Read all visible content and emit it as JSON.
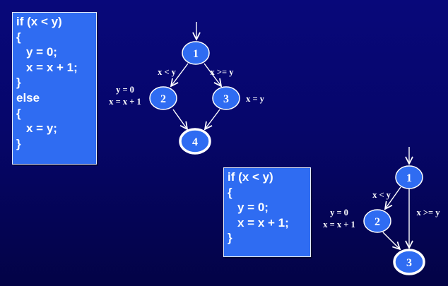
{
  "diagram1": {
    "code": [
      {
        "text": "if (x < y)",
        "indent": false
      },
      {
        "text": "{",
        "indent": false
      },
      {
        "text": "y = 0;",
        "indent": true
      },
      {
        "text": "x = x + 1;",
        "indent": true
      },
      {
        "text": "}",
        "indent": false
      },
      {
        "text": "else",
        "indent": false
      },
      {
        "text": "{",
        "indent": false
      },
      {
        "text": "x = y;",
        "indent": true
      },
      {
        "text": "}",
        "indent": false
      }
    ],
    "nodes": {
      "n1": "1",
      "n2": "2",
      "n3": "3",
      "n4": "4"
    },
    "labels": {
      "edge_1_2": "x < y",
      "edge_1_3": "x >= y",
      "node2_line1": "y = 0",
      "node2_line2": "x = x + 1",
      "node3_label": "x = y"
    }
  },
  "diagram2": {
    "code": [
      {
        "text": "if (x < y)",
        "indent": false
      },
      {
        "text": "{",
        "indent": false
      },
      {
        "text": "y = 0;",
        "indent": true
      },
      {
        "text": "x = x + 1;",
        "indent": true
      },
      {
        "text": "}",
        "indent": false
      }
    ],
    "nodes": {
      "n1": "1",
      "n2": "2",
      "n3": "3"
    },
    "labels": {
      "edge_1_2": "x < y",
      "edge_1_3": "x >= y",
      "node2_line1": "y = 0",
      "node2_line2": "x = x + 1"
    }
  },
  "colors": {
    "node_fill": "#2f6cf2",
    "code_box_fill": "#2f6cf2",
    "edge": "#ffffff",
    "background": "#06066a"
  }
}
